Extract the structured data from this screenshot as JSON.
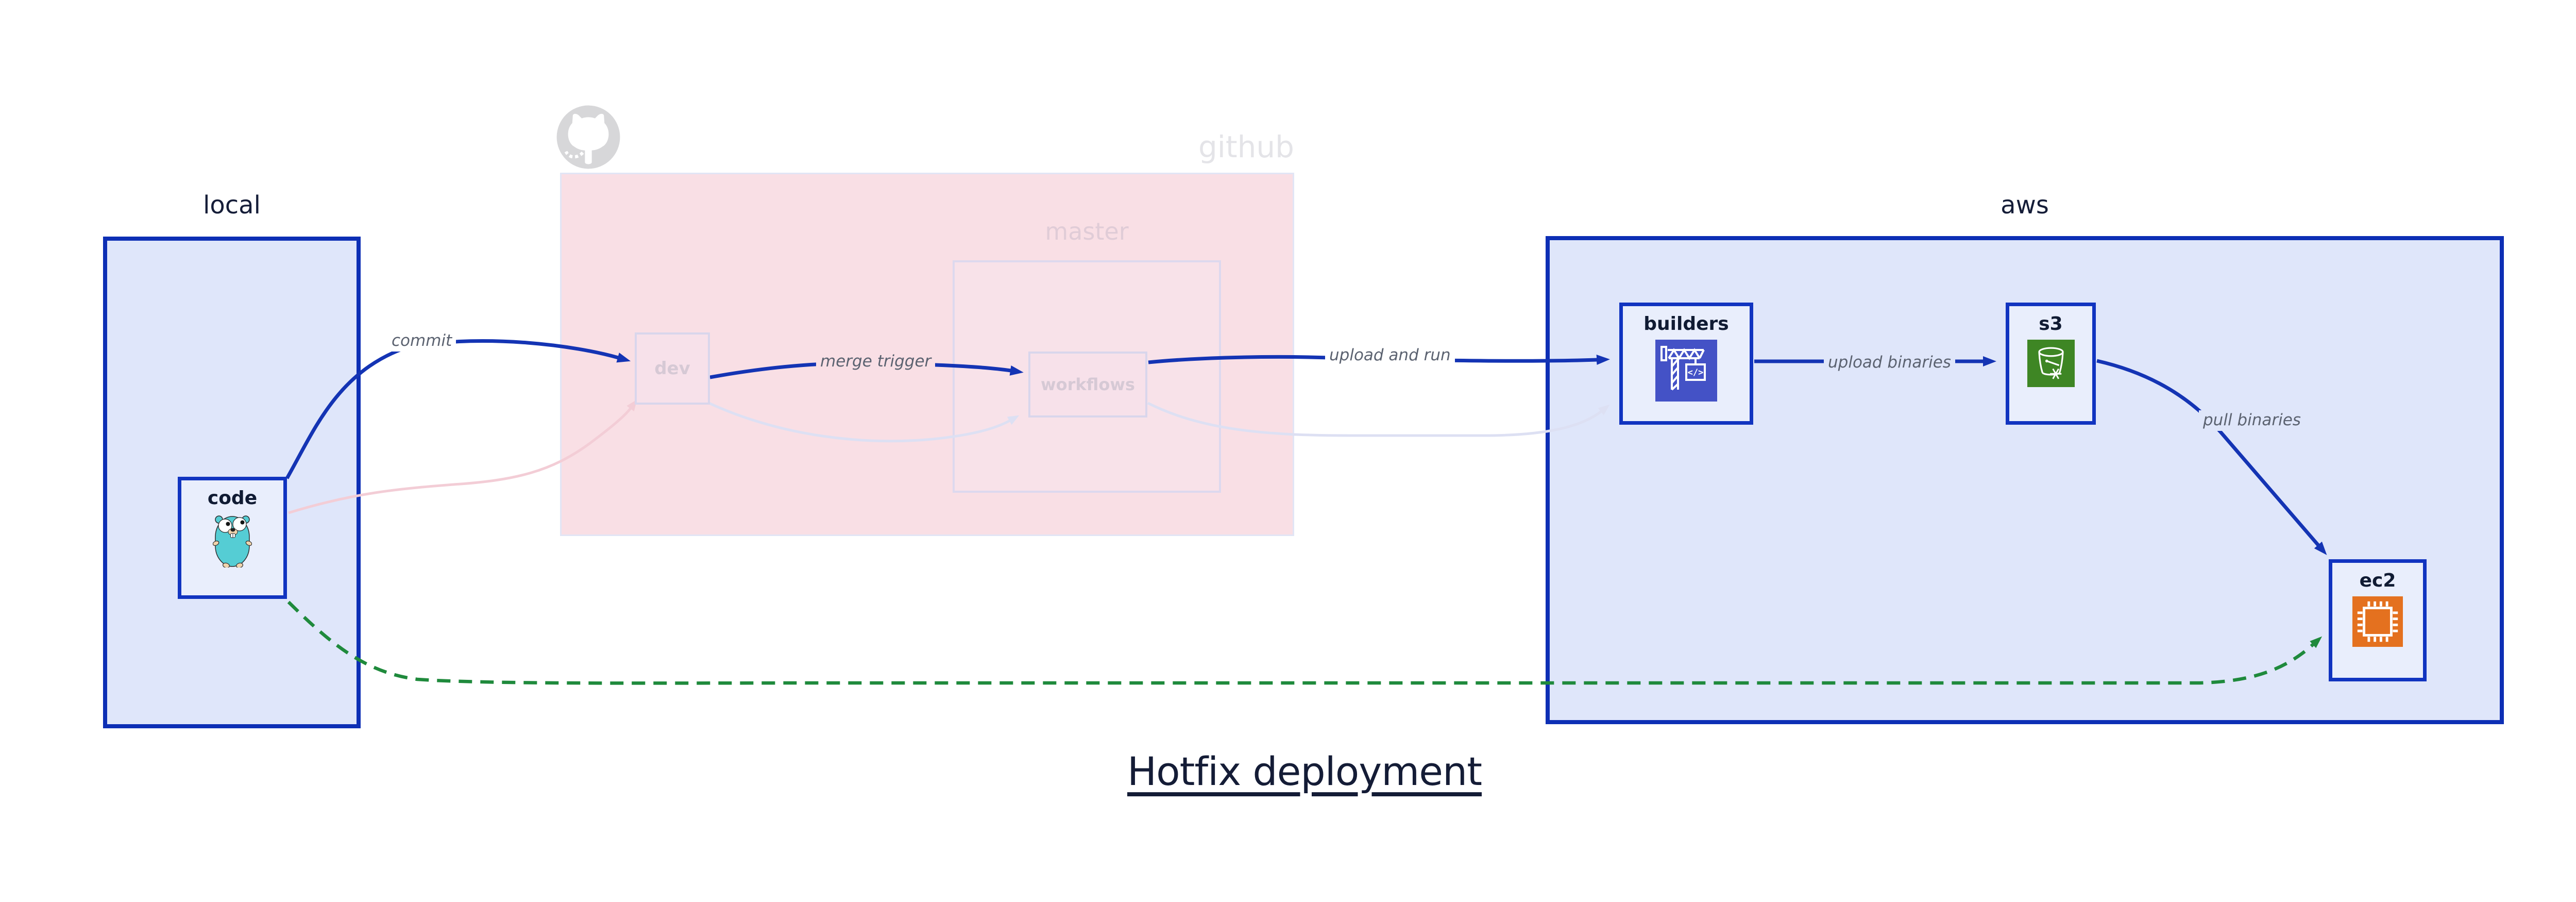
{
  "title": {
    "text": "Hotfix deployment"
  },
  "groups": {
    "local": {
      "label": "local"
    },
    "github": {
      "label": "github"
    },
    "master": {
      "label": "master"
    },
    "aws": {
      "label": "aws"
    }
  },
  "nodes": {
    "code": {
      "label": "code",
      "icon": "go-gopher-icon"
    },
    "dev": {
      "label": "dev"
    },
    "workflows": {
      "label": "workflows"
    },
    "builders": {
      "label": "builders",
      "icon": "codebuild-crane-icon"
    },
    "s3": {
      "label": "s3",
      "icon": "s3-bucket-icon"
    },
    "ec2": {
      "label": "ec2",
      "icon": "ec2-chip-icon"
    }
  },
  "edges": [
    {
      "from": "code",
      "to": "dev",
      "label": "commit",
      "style": "solid",
      "state": "active"
    },
    {
      "from": "dev",
      "to": "workflows",
      "label": "merge trigger",
      "style": "solid",
      "state": "active"
    },
    {
      "from": "workflows",
      "to": "builders",
      "label": "upload and run",
      "style": "solid",
      "state": "active"
    },
    {
      "from": "builders",
      "to": "s3",
      "label": "upload binaries",
      "style": "solid",
      "state": "active"
    },
    {
      "from": "s3",
      "to": "ec2",
      "label": "pull binaries",
      "style": "solid",
      "state": "active"
    },
    {
      "from": "code",
      "to": "dev",
      "label": "",
      "style": "solid",
      "state": "faded"
    },
    {
      "from": "dev",
      "to": "workflows",
      "label": "",
      "style": "solid",
      "state": "faded"
    },
    {
      "from": "workflows",
      "to": "builders",
      "label": "",
      "style": "solid",
      "state": "faded"
    },
    {
      "from": "code",
      "to": "ec2",
      "label": "",
      "style": "dashed",
      "state": "hotfix"
    }
  ],
  "colors": {
    "edge_active": "#1434b4",
    "edge_hotfix_green": "#1f8a3c",
    "edge_faded_pink": "#f3cdd6",
    "edge_faded_lavender": "#dde0f3",
    "group_fill": "#dfe6fa",
    "group_border": "#0d2fb5",
    "node_fill": "#e9eefc",
    "node_border": "#1134c0",
    "github_fill": "#f9dfe5",
    "github_border": "#e2e5f5",
    "codebuild_icon_bg": "#4452c6",
    "s3_icon_bg": "#3e8624",
    "ec2_icon_bg": "#e4711f",
    "edge_label_text": "#5b6270",
    "title_text": "#141c36"
  }
}
